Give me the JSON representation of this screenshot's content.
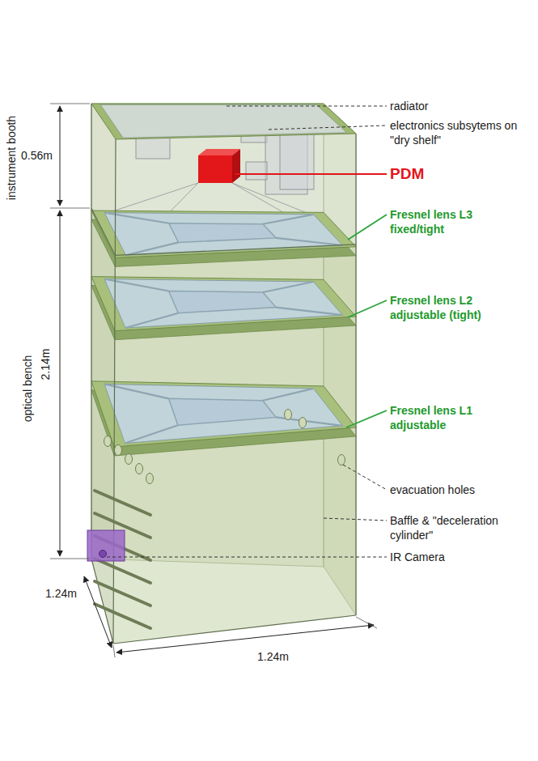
{
  "diagram": {
    "labels": [
      "0.56m",
      "instrument booth",
      "radiator",
      "electronics subsytems on \"dry shelf\"",
      "PDM",
      "Fresnel lens L3 fixed/tight",
      "optical bench",
      "2.14m",
      "Fresnel lens L2 adjustable (tight)",
      "Fresnel lens L1 adjustable",
      "evacuation holes",
      "Baffle & \"deceleration cylinder\"",
      "IR Camera",
      "1.24m",
      "1.24m"
    ]
  }
}
